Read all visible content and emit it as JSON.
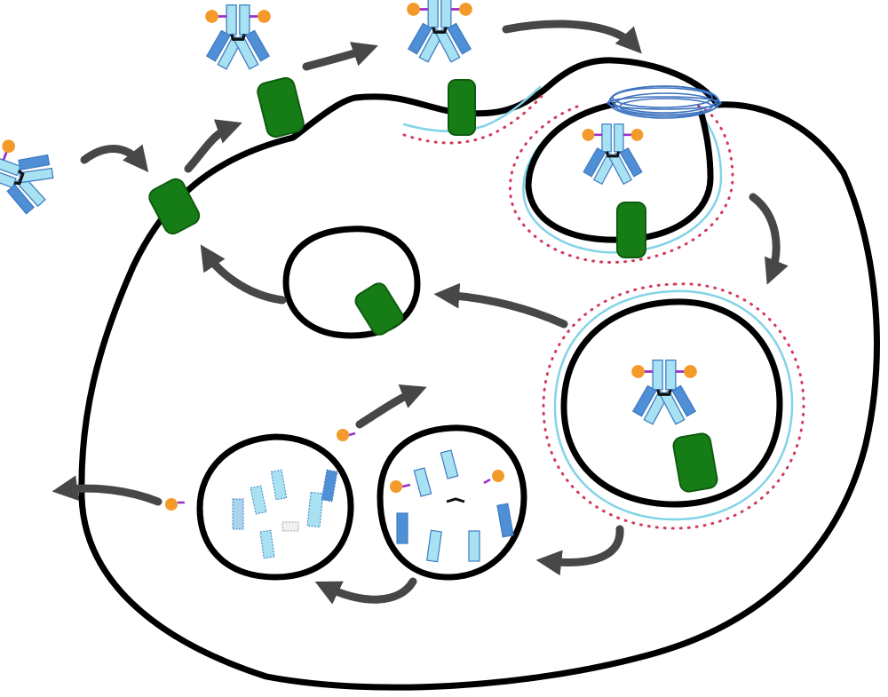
{
  "colors": {
    "membrane": "#000000",
    "receptor": "#167d16",
    "receptor_dark": "#0e5c0e",
    "antibody_light": "#a8e2f2",
    "antibody_dark": "#4f8fd6",
    "antibody_edge": "#3d7cc4",
    "payload": "#f39a2a",
    "linker": "#9b30c8",
    "disulfide": "#111111",
    "arrow": "#474747",
    "coat_line": "#82d3e8",
    "coat_dots": "#d23a5c",
    "clathrin": "#3c72c0"
  },
  "icons": {
    "payload": "orange-payload-dot",
    "antibody": "y-shaped-antibody",
    "receptor": "green-receptor",
    "arrow": "curved-arrow"
  }
}
